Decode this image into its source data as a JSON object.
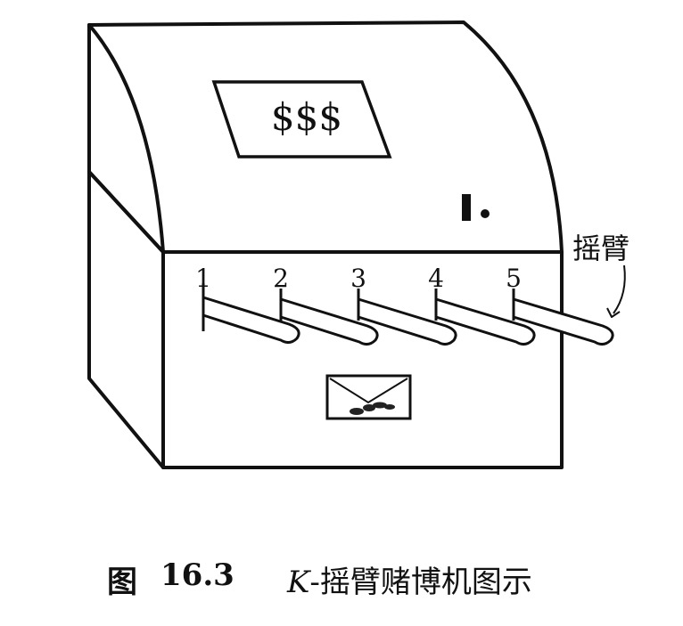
{
  "machine": {
    "display_text": "$$$",
    "arm_callout_label": "摇臂",
    "arms": [
      {
        "number": "1"
      },
      {
        "number": "2"
      },
      {
        "number": "3"
      },
      {
        "number": "4"
      },
      {
        "number": "5"
      }
    ]
  },
  "caption": {
    "label": "图",
    "number": "16.3",
    "variable": "K",
    "title": "-摇臂赌博机图示"
  }
}
